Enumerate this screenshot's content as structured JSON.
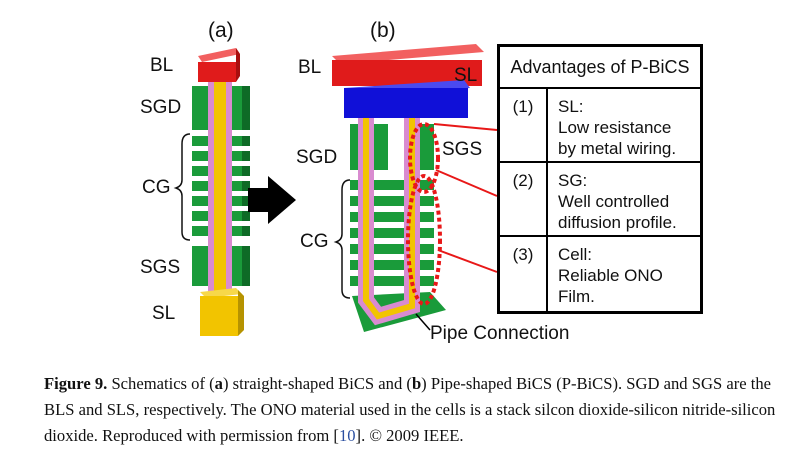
{
  "panels": {
    "a": "(a)",
    "b": "(b)"
  },
  "labels_a": {
    "bl": "BL",
    "sgd": "SGD",
    "cg": "CG",
    "sgs": "SGS",
    "sl": "SL"
  },
  "labels_b": {
    "bl": "BL",
    "sl": "SL",
    "sgd": "SGD",
    "sgs": "SGS",
    "cg": "CG",
    "pipe": "Pipe Connection"
  },
  "advantages": {
    "title": "Advantages of P-BiCS",
    "items": [
      {
        "num": "(1)",
        "line1": "SL:",
        "line2": "Low resistance",
        "line3": "by metal wiring."
      },
      {
        "num": "(2)",
        "line1": "SG:",
        "line2": "Well controlled",
        "line3": "diffusion profile."
      },
      {
        "num": "(3)",
        "line1": "Cell:",
        "line2": "Reliable ONO",
        "line3": "Film."
      }
    ]
  },
  "caption": {
    "label": "Figure 9.",
    "p1": " Schematics of (",
    "a": "a",
    "p2": ") straight-shaped BiCS and (",
    "b": "b",
    "p3": ") Pipe-shaped BiCS (P-BiCS). SGD and SGS are the BLS and SLS, respectively. The ONO material used in the cells is a stack silcon dioxide-silicon nitride-silicon dioxide. Reproduced with permission from [",
    "ref": "10",
    "p4": "]. © 2009 IEEE."
  },
  "colors": {
    "bitline": "#e01b1b",
    "sourceline": "#1010d8",
    "gate": "#1a9b3a",
    "channel": "#f2c400",
    "ono": "#d98bd0",
    "dotted": "#e81818"
  }
}
